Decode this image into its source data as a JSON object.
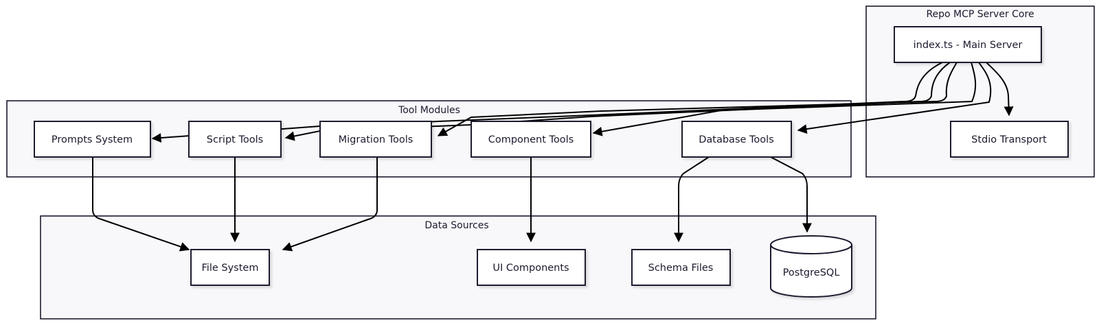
{
  "diagram": {
    "clusters": {
      "core": "Repo MCP Server Core",
      "tools": "Tool Modules",
      "data": "Data Sources"
    },
    "nodes": {
      "main": "index.ts - Main Server",
      "stdio": "Stdio Transport",
      "prompts": "Prompts System",
      "script": "Script Tools",
      "migration": "Migration Tools",
      "component": "Component Tools",
      "database": "Database Tools",
      "filesystem": "File System",
      "ui": "UI Components",
      "schema": "Schema Files",
      "postgres": "PostgreSQL"
    },
    "edges": [
      {
        "from": "main",
        "to": "prompts"
      },
      {
        "from": "main",
        "to": "script"
      },
      {
        "from": "main",
        "to": "migration"
      },
      {
        "from": "main",
        "to": "component"
      },
      {
        "from": "main",
        "to": "database"
      },
      {
        "from": "main",
        "to": "stdio"
      },
      {
        "from": "prompts",
        "to": "filesystem"
      },
      {
        "from": "script",
        "to": "filesystem"
      },
      {
        "from": "migration",
        "to": "filesystem"
      },
      {
        "from": "component",
        "to": "ui"
      },
      {
        "from": "database",
        "to": "schema"
      },
      {
        "from": "database",
        "to": "postgres"
      }
    ]
  }
}
